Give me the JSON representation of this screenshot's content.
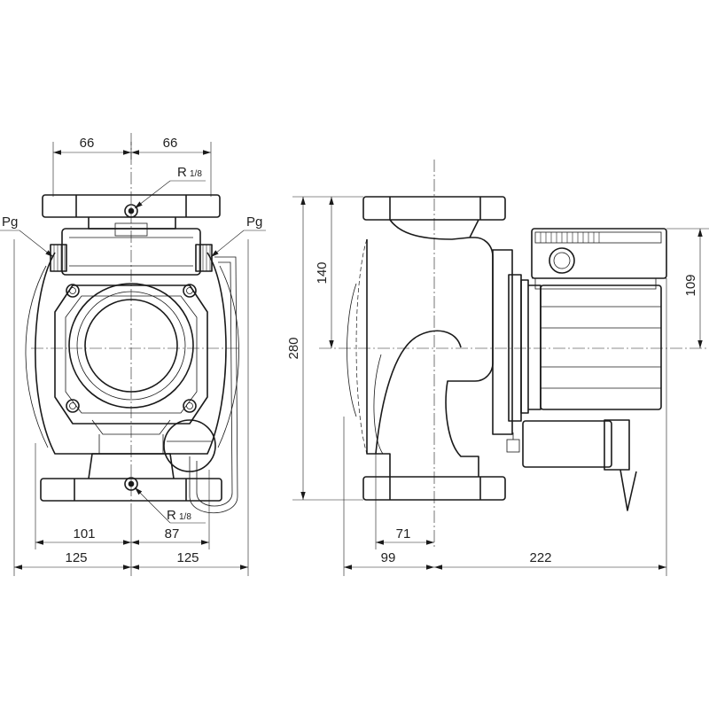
{
  "labels": {
    "pg_left": "Pg",
    "pg_right": "Pg",
    "r_top": "R",
    "r_top_fraction": "1/8",
    "r_bottom": "R",
    "r_bottom_fraction": "1/8"
  },
  "dimensions": {
    "top_left_66": "66",
    "top_right_66": "66",
    "left_101": "101",
    "right_87": "87",
    "left_125": "125",
    "right_125": "125",
    "height_280": "280",
    "height_140": "140",
    "height_109": "109",
    "length_71": "71",
    "length_99": "99",
    "length_222": "222"
  }
}
